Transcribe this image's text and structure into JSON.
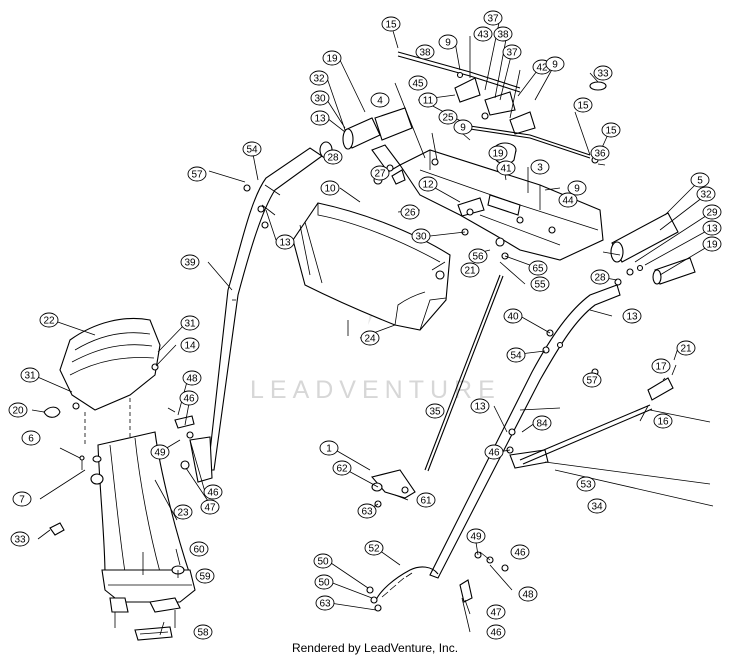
{
  "watermark": "LEADVENTURE",
  "footer": "Rendered by LeadVenture, Inc.",
  "callouts": [
    "15",
    "38",
    "9",
    "43",
    "37",
    "38",
    "37",
    "42",
    "9",
    "33",
    "19",
    "45",
    "11",
    "15",
    "32",
    "4",
    "30",
    "25",
    "13",
    "9",
    "15",
    "28",
    "19",
    "41",
    "3",
    "36",
    "54",
    "10",
    "9",
    "57",
    "27",
    "12",
    "44",
    "5",
    "32",
    "26",
    "29",
    "30",
    "13",
    "19",
    "13",
    "56",
    "65",
    "28",
    "21",
    "39",
    "55",
    "24",
    "22",
    "31",
    "13",
    "40",
    "14",
    "54",
    "57",
    "31",
    "48",
    "46",
    "20",
    "35",
    "13",
    "17",
    "21",
    "46",
    "16",
    "6",
    "49",
    "84",
    "1",
    "62",
    "47",
    "46",
    "53",
    "7",
    "61",
    "34",
    "63",
    "23",
    "33",
    "52",
    "49",
    "46",
    "60",
    "50",
    "59",
    "50",
    "48",
    "63",
    "47",
    "58",
    "46"
  ]
}
